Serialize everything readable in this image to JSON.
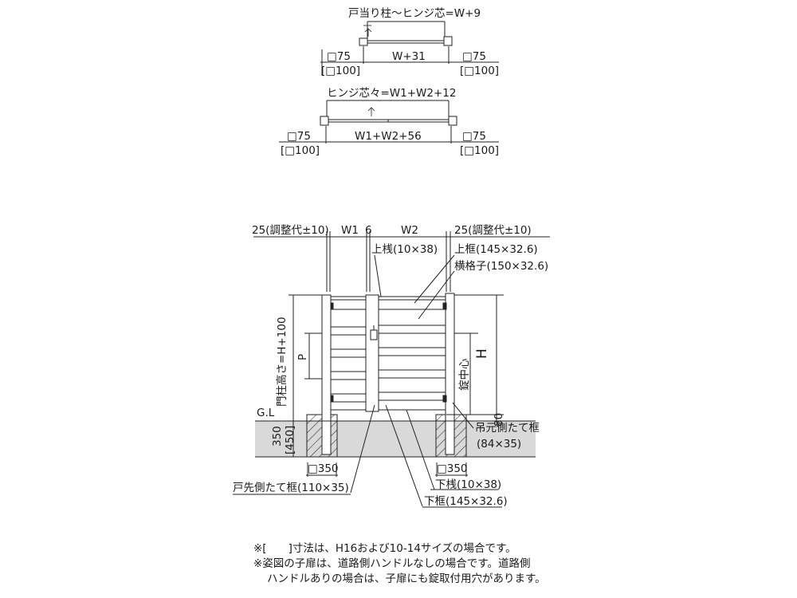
{
  "top1": {
    "label": "戸当り柱～ヒンジ芯=W+9",
    "left_post": "□75",
    "left_post_alt": "[□100]",
    "center": "W+31",
    "right_post": "□75",
    "right_post_alt": "[□100]"
  },
  "top2": {
    "label": "ヒンジ芯々=W1+W2+12",
    "left_post": "□75",
    "left_post_alt": "[□100]",
    "center": "W1+W2+56",
    "right_post": "□75",
    "right_post_alt": "[□100]"
  },
  "elevation": {
    "dim_left": "25(調整代±10)",
    "dim_w1": "W1",
    "dim_gap": "6",
    "dim_w2": "W2",
    "dim_right": "25(調整代±10)",
    "label_top_rail": "上桟(10×38)",
    "label_top_frame": "上框(145×32.6)",
    "label_slat": "横格子(150×32.6)",
    "post_height": "門柱高さ=H+100",
    "p": "P",
    "h": "H",
    "lock_center": "錠中心",
    "gl": "G.L",
    "d80": "80",
    "depth": "350",
    "depth_alt": "[450]",
    "hinge_frame": "吊元側たて框",
    "hinge_frame_size": "(84×35)",
    "found_left": "□350",
    "found_right": "□350",
    "bottom_rail": "下桟(10×38)",
    "latch_frame": "戸先側たて框(110×35)",
    "bottom_frame": "下框(145×32.6)"
  },
  "notes": {
    "line1": "※[　　]寸法は、H16および10-14サイズの場合です。",
    "line2": "※姿図の子扉は、道路側ハンドルなしの場合です。道路側",
    "line3": "ハンドルありの場合は、子扉にも錠取付用穴があります。"
  }
}
